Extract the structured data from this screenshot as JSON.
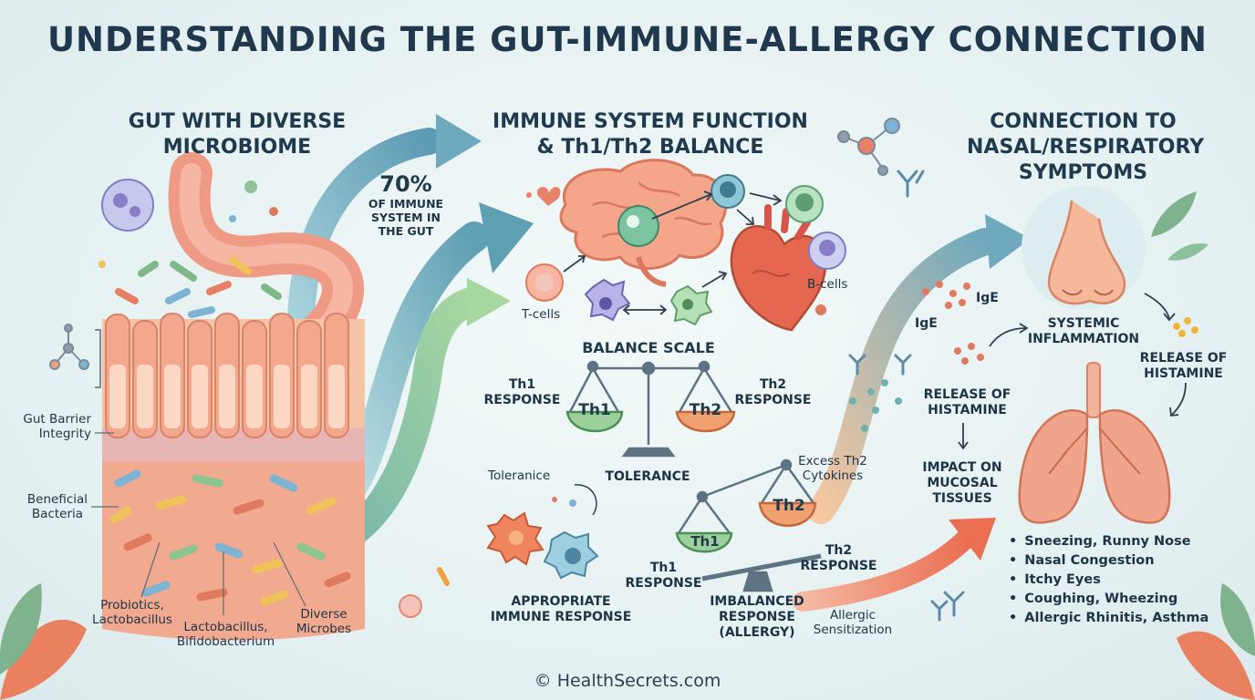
{
  "title": "UNDERSTANDING THE GUT-IMMUNE-ALLERGY CONNECTION",
  "sections": {
    "gut": [
      "GUT WITH DIVERSE",
      "MICROBIOME"
    ],
    "immune": [
      "IMMUNE SYSTEM FUNCTION",
      "& Th1/Th2 BALANCE"
    ],
    "nasal": [
      "CONNECTION TO",
      "NASAL/RESPIRATORY",
      "SYMPTOMS"
    ]
  },
  "gut_labels": {
    "barrier": [
      "Gut Barrier",
      "Integrity"
    ],
    "beneficial": [
      "Beneficial",
      "Bacteria"
    ],
    "probiotics": [
      "Probiotics,",
      "Lactobacillus"
    ],
    "lacto": [
      "Lactobacillus,",
      "Bifidobacterium"
    ],
    "diverse": [
      "Diverse",
      "Microbes"
    ]
  },
  "stat": {
    "value": "70%",
    "lines": [
      "OF IMMUNE",
      "SYSTEM IN",
      "THE GUT"
    ]
  },
  "immune_labels": {
    "tcells": "T-cells",
    "bcells": "B-cells",
    "balance_scale": "BALANCE SCALE",
    "th1_response": [
      "Th1",
      "RESPONSE"
    ],
    "th2_response": [
      "Th2",
      "RESPONSE"
    ],
    "th1_plate": "Th1",
    "th2_plate": "Th2",
    "tolerance": "TOLERANCE",
    "tolerance_small": "Toleranice",
    "appropriate": [
      "APPROPRIATE",
      "IMMUNE RESPONSE"
    ],
    "excess": [
      "Excess Th2",
      "Cytokines"
    ],
    "imbalanced_th1": [
      "Th1",
      "RESPONSE"
    ],
    "imbalanced_th2": [
      "Th2",
      "RESPONSE"
    ],
    "imbalanced": [
      "IMBALANCED",
      "RESPONSE",
      "(ALLERGY)"
    ],
    "sensitization": [
      "Allergic",
      "Sensitization"
    ]
  },
  "nasal_labels": {
    "ige1": "IgE",
    "ige2": "IgE",
    "systemic": [
      "SYSTEMIC",
      "INFLAMMATION"
    ],
    "histamine_left": [
      "RELEASE OF",
      "HISTAMINE"
    ],
    "histamine_right": [
      "RELEASE OF",
      "HISTAMINE"
    ],
    "mucosal": [
      "IMPACT ON",
      "MUCOSAL",
      "TISSUES"
    ]
  },
  "symptoms": [
    "Sneezing, Runny Nose",
    "Nasal Congestion",
    "Itchy Eyes",
    "Coughing, Wheezing",
    "Allergic Rhinitis, Asthma"
  ],
  "footer": "© HealthSecrets.com",
  "colors": {
    "title": "#20384d",
    "arrow_blue": "#6fa9bd",
    "arrow_green": "#8fc49a",
    "arrow_coral": "#ee8466",
    "tissue": "#f0a48c",
    "th1_plate": "#9bcf9b",
    "th2_plate": "#f1a070"
  }
}
